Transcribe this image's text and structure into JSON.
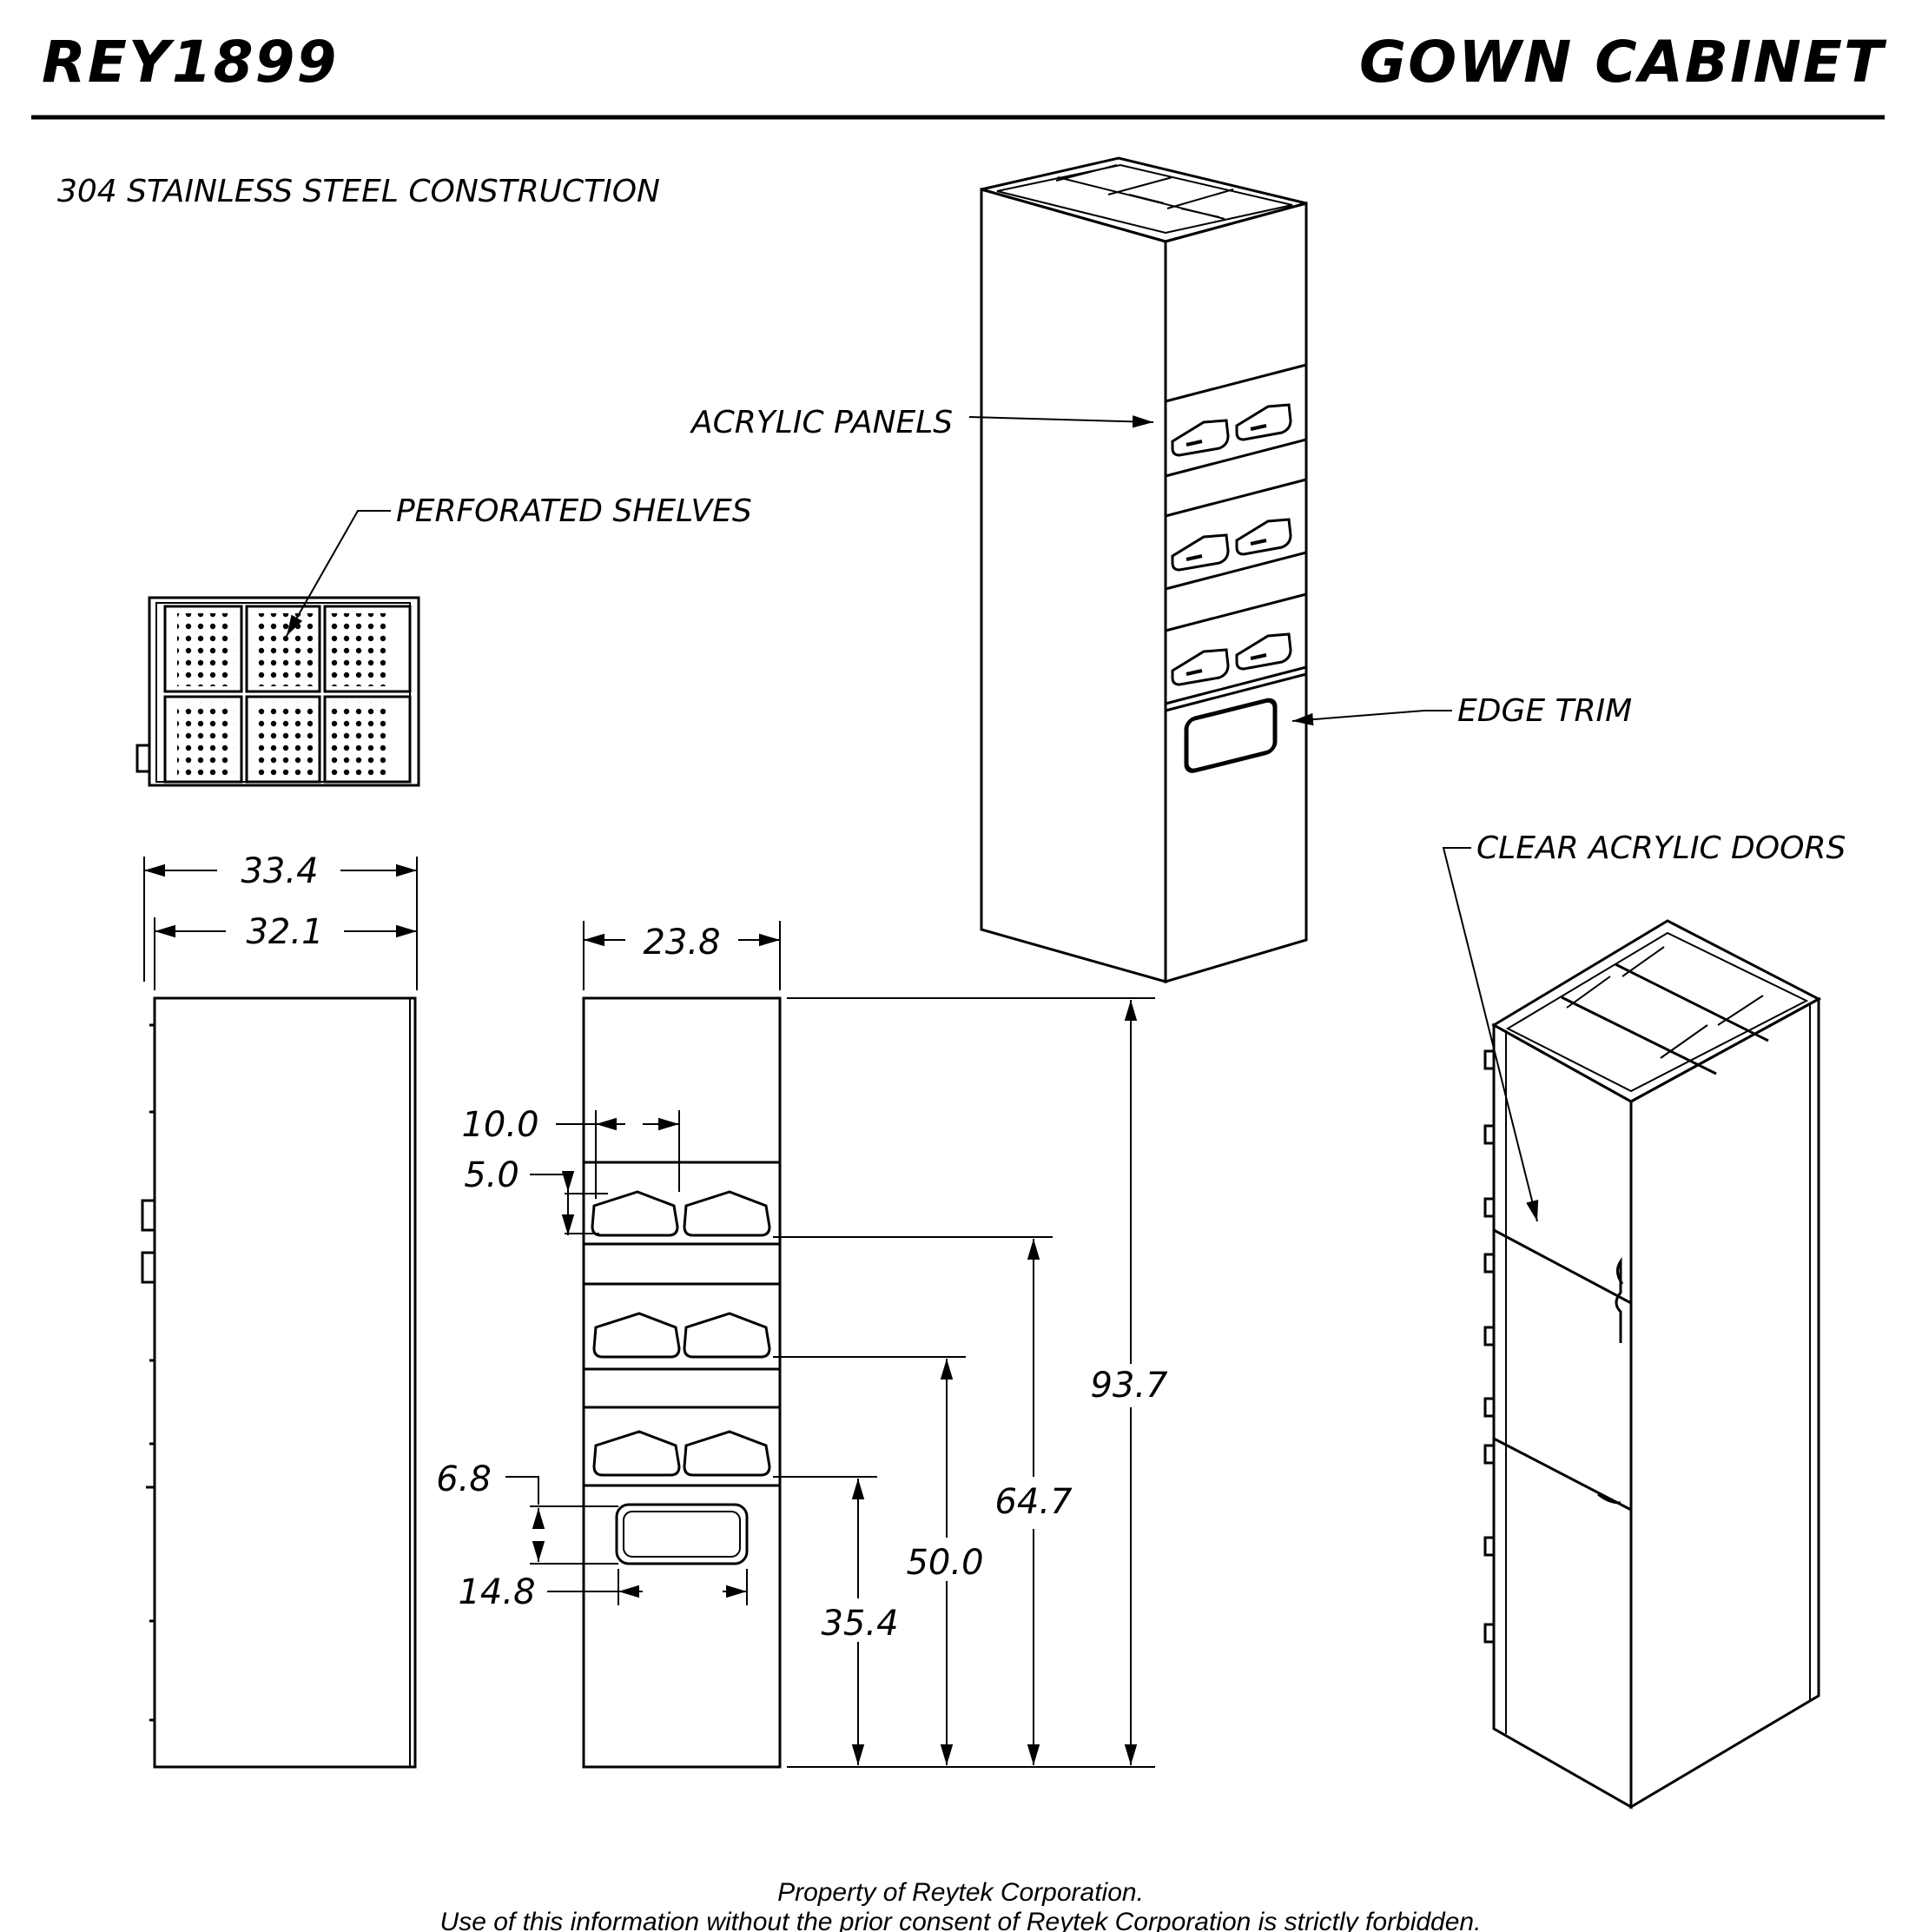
{
  "header": {
    "part_number": "REY1899",
    "product_name": "GOWN CABINET"
  },
  "notes": {
    "construction": "304 STAINLESS STEEL CONSTRUCTION"
  },
  "callouts": {
    "perforated_shelves": "PERFORATED SHELVES",
    "acrylic_panels": "ACRYLIC PANELS",
    "edge_trim": "EDGE TRIM",
    "clear_acrylic_doors": "CLEAR ACRYLIC DOORS"
  },
  "dimensions": {
    "overall_depth": "33.4",
    "body_depth": "32.1",
    "width": "23.8",
    "height": "93.7",
    "top_panel_height": "64.7",
    "middle_panel_height": "50.0",
    "bottom_panel_height": "35.4",
    "panel_opening_width": "10.0",
    "panel_opening_height": "5.0",
    "trim_opening_height": "6.8",
    "trim_opening_width": "14.8"
  },
  "footer": {
    "line1": "Property of Reytek Corporation.",
    "line2": "Use of this information without the prior consent of Reytek Corporation is strictly forbidden."
  }
}
